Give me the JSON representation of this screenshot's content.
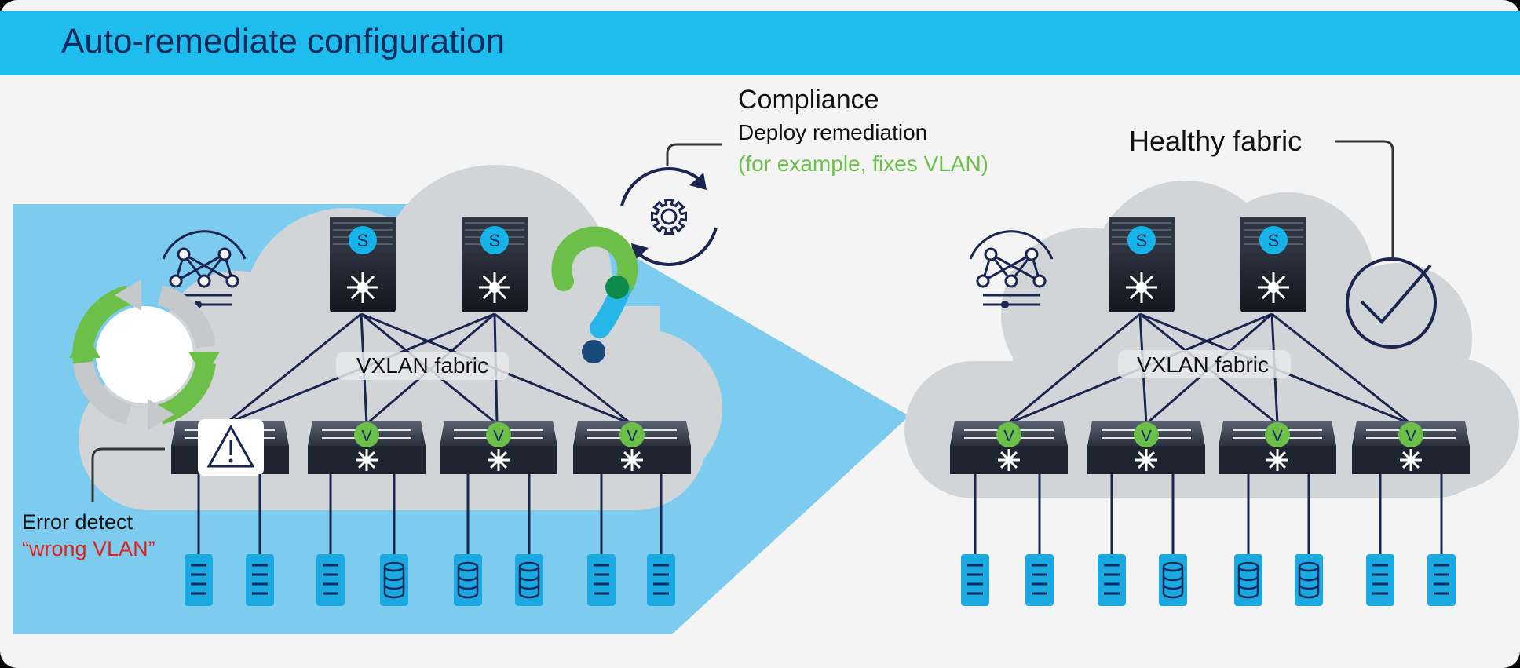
{
  "title": "Auto-remediate configuration",
  "compliance": {
    "heading": "Compliance",
    "action": "Deploy remediation",
    "example": "(for example, fixes VLAN)"
  },
  "healthy_label": "Healthy fabric",
  "error": {
    "label": "Error detect",
    "detail": "“wrong VLAN”"
  },
  "fabric_label": "VXLAN fabric",
  "spine_badge": "S",
  "leaf_badge": "V",
  "colors": {
    "header_bar": "#1EBDEE",
    "title_text": "#0D2A5C",
    "panel_bg": "#F4F4F4",
    "arrow_blue": "#7DCCEF",
    "cloud_gray": "#D2D5D8",
    "device_dark": "#1E2430",
    "link_navy": "#1A2550",
    "badge_blue": "#16B3E8",
    "badge_green": "#6CC04A",
    "example_green": "#6CC04A",
    "error_red": "#E2231A",
    "endpoint_blue": "#1AA9E1"
  },
  "icons": [
    "network-analytics-icon",
    "refresh-cycle-icon",
    "gear-sync-icon",
    "question-icon",
    "warning-icon",
    "checkmark-icon",
    "server-icon",
    "database-icon",
    "spine-switch-icon",
    "leaf-switch-icon"
  ]
}
